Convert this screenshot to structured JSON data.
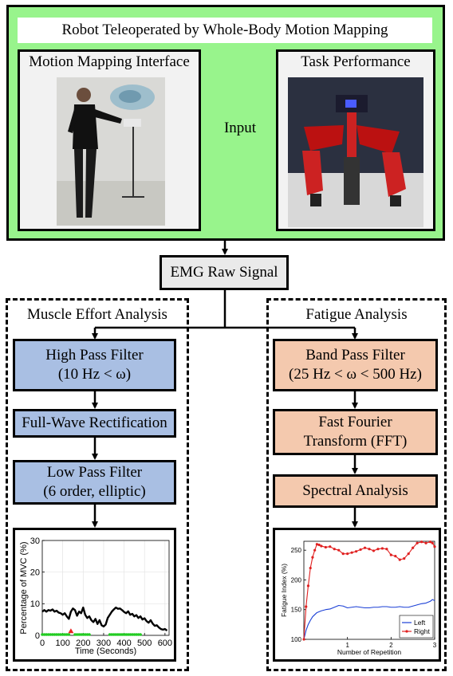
{
  "top_panel": {
    "title": "Robot Teleoperated by Whole-Body Motion Mapping",
    "left_photo_title": "Motion Mapping Interface",
    "right_photo_title": "Task Performance",
    "arrow_label": "Input"
  },
  "raw_signal": "EMG Raw Signal",
  "muscle_panel": {
    "title": "Muscle Effort Analysis",
    "step1_line1": "High Pass Filter",
    "step1_line2": "(10 Hz < ω)",
    "step2": "Full-Wave Rectification",
    "step3_line1": "Low Pass Filter",
    "step3_line2": "(6 order, elliptic)"
  },
  "fatigue_panel": {
    "title": "Fatigue Analysis",
    "step1_line1": "Band Pass Filter",
    "step1_line2": "(25 Hz < ω < 500 Hz)",
    "step2_line1": "Fast Fourier",
    "step2_line2": "Transform (FFT)",
    "step3": "Spectral Analysis"
  },
  "chart_data": [
    {
      "type": "line",
      "xlabel": "Time (Seconds)",
      "ylabel": "Percentage of MVC (%)",
      "xlim": [
        0,
        620
      ],
      "ylim": [
        0,
        30
      ],
      "xticks": [
        0,
        100,
        200,
        300,
        400,
        500,
        600
      ],
      "yticks": [
        0,
        10,
        20,
        30
      ],
      "grid": true,
      "series": [
        {
          "color": "#000000",
          "x": [
            0,
            10,
            20,
            30,
            40,
            50,
            60,
            70,
            80,
            90,
            100,
            110,
            120,
            130,
            140,
            150,
            160,
            170,
            180,
            190,
            200,
            210,
            220,
            230,
            240,
            250,
            260,
            270,
            280,
            290,
            300,
            310,
            320,
            330,
            340,
            350,
            360,
            370,
            380,
            390,
            400,
            410,
            420,
            430,
            440,
            450,
            460,
            470,
            480,
            490,
            500,
            510,
            520,
            530,
            540,
            550,
            560,
            570,
            580,
            590,
            600,
            610
          ],
          "values": [
            7.5,
            8,
            7.5,
            8,
            7.8,
            8.2,
            7.5,
            7.8,
            7.2,
            7,
            6.5,
            7,
            6,
            5.2,
            7.5,
            8.5,
            8,
            6.2,
            7.5,
            7,
            8.8,
            6.5,
            5.5,
            6,
            4.8,
            4.2,
            5.2,
            3.6,
            4.8,
            3.2,
            2.8,
            3.4,
            5.5,
            6.5,
            7.5,
            8.2,
            8.8,
            8.4,
            8.5,
            8,
            7.4,
            7,
            7.6,
            6.5,
            6.8,
            6,
            6.4,
            5.5,
            6,
            5,
            5.4,
            4.5,
            4,
            4.8,
            3.7,
            3,
            3.2,
            2.5,
            2,
            1.8,
            2,
            1.5
          ]
        }
      ],
      "markers": [
        {
          "label": "",
          "color": "#22cc22",
          "y": 0,
          "x_ranges": [
            [
              0,
              130
            ],
            [
              160,
              230
            ],
            [
              330,
              480
            ]
          ]
        },
        {
          "label": "",
          "color": "#ee2222",
          "y": 1.2,
          "x": [
            140
          ]
        }
      ]
    },
    {
      "type": "line",
      "xlabel": "Number of Repetition",
      "ylabel": "Fatigue Index (%)",
      "xlim": [
        0,
        3
      ],
      "ylim": [
        100,
        265
      ],
      "xticks": [
        1,
        2,
        3
      ],
      "yticks": [
        100,
        150,
        200,
        250
      ],
      "legend_position": "bottom-right",
      "series": [
        {
          "name": "Left",
          "color": "#1a3fd6",
          "x": [
            0,
            0.05,
            0.1,
            0.15,
            0.2,
            0.3,
            0.4,
            0.5,
            0.6,
            0.7,
            0.8,
            0.9,
            1,
            1.1,
            1.2,
            1.3,
            1.4,
            1.5,
            1.6,
            1.7,
            1.8,
            1.9,
            2,
            2.1,
            2.2,
            2.3,
            2.4,
            2.5,
            2.6,
            2.7,
            2.8,
            2.9,
            2.95,
            3
          ],
          "values": [
            100,
            115,
            125,
            132,
            138,
            145,
            148,
            150,
            151,
            154,
            157,
            156,
            153,
            154,
            155,
            154,
            153,
            153,
            154,
            154,
            155,
            155,
            154,
            154,
            155,
            154,
            154,
            156,
            158,
            160,
            161,
            164,
            167,
            165
          ]
        },
        {
          "name": "Right",
          "color": "#e02020",
          "x": [
            0,
            0.05,
            0.1,
            0.15,
            0.2,
            0.25,
            0.3,
            0.35,
            0.4,
            0.5,
            0.6,
            0.7,
            0.8,
            0.9,
            1,
            1.1,
            1.2,
            1.3,
            1.4,
            1.5,
            1.6,
            1.7,
            1.8,
            1.9,
            2,
            2.1,
            2.2,
            2.3,
            2.4,
            2.5,
            2.6,
            2.7,
            2.8,
            2.9,
            2.95,
            3
          ],
          "values": [
            100,
            155,
            190,
            220,
            238,
            250,
            260,
            259,
            257,
            255,
            256,
            252,
            250,
            244,
            244,
            246,
            248,
            251,
            254,
            252,
            249,
            252,
            253,
            252,
            242,
            240,
            234,
            236,
            244,
            254,
            262,
            264,
            262,
            264,
            262,
            256
          ]
        }
      ]
    }
  ]
}
